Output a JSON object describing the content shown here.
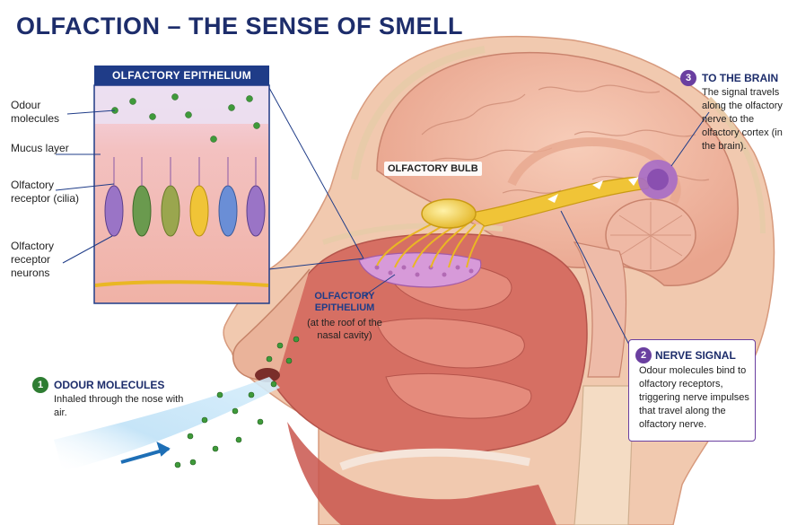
{
  "title": "OLFACTION – THE SENSE OF SMELL",
  "inset": {
    "header": "OLFACTORY EPITHELIUM",
    "labels": [
      "Odour molecules",
      "Mucus layer",
      "Olfactory receptor (cilia)",
      "Olfactory receptor neurons"
    ]
  },
  "bulb_label": "OLFACTORY BULB",
  "epithelium": {
    "title": "OLFACTORY EPITHELIUM",
    "subtitle": "(at the roof of the nasal cavity)"
  },
  "steps": [
    {
      "number": "1",
      "title": "ODOUR MOLECULES",
      "text": "Inhaled through the nose with air.",
      "color": "#2e7d32"
    },
    {
      "number": "2",
      "title": "NERVE SIGNAL",
      "text": "Odour molecules bind to olfactory receptors, triggering nerve impulses that travel along the olfactory nerve.",
      "color": "#6a3fa0"
    },
    {
      "number": "3",
      "title": "TO THE BRAIN",
      "text": "The signal travels along the olfactory nerve to the olfactory cortex (in the brain).",
      "color": "#6a3fa0"
    }
  ],
  "colors": {
    "title": "#1d2d6b",
    "header_bg": "#1f3c88",
    "skin": "#f0c7ad",
    "tissue": "#d9826f",
    "brain": "#f2b9a4",
    "nerve": "#f1c232",
    "molecule": "#3f9a3a",
    "air": "#9fd2f2"
  }
}
